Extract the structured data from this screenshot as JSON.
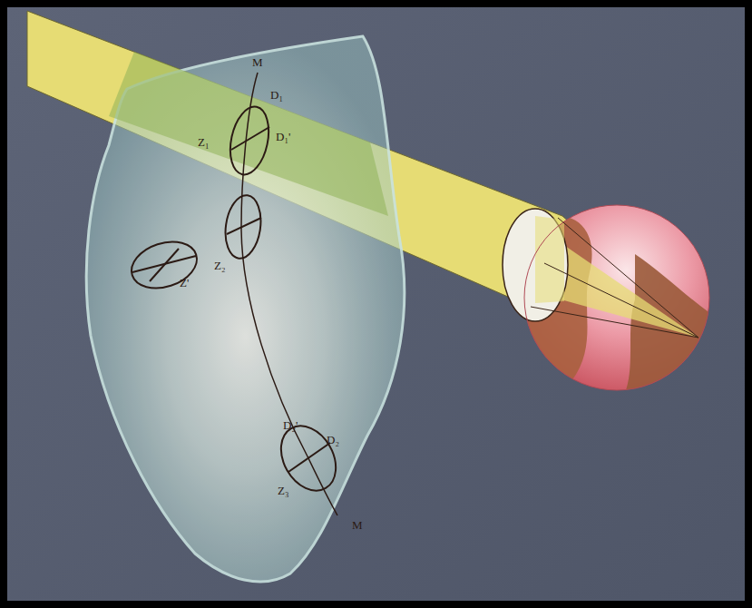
{
  "diagram": {
    "labels": [
      "M",
      "D₁",
      "D₁'",
      "Z₁",
      "Z₂",
      "Z'",
      "D₂'",
      "D₂",
      "Z₃",
      "M"
    ]
  }
}
